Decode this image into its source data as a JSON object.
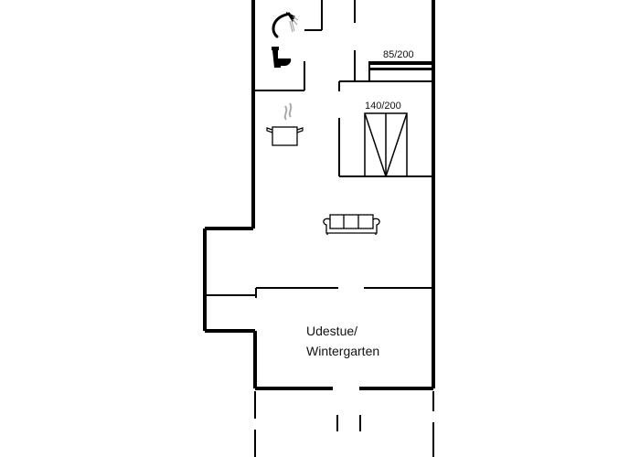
{
  "floorplan": {
    "beds": [
      {
        "label": "85/200",
        "type": "single-bed"
      },
      {
        "label": "140/200",
        "type": "double-bed"
      }
    ],
    "rooms": [
      {
        "name": "bathroom",
        "icons": [
          "shower-icon",
          "toilet-icon"
        ]
      },
      {
        "name": "kitchen",
        "icons": [
          "cooking-pot-icon"
        ]
      },
      {
        "name": "living-room",
        "icons": [
          "sofa-icon"
        ]
      },
      {
        "name": "winter-garden",
        "label_line1": "Udestue/",
        "label_line2": "Wintergarten"
      }
    ],
    "colors": {
      "wall": "#000000",
      "background": "#ffffff",
      "steam": "#aaaaaa"
    }
  }
}
